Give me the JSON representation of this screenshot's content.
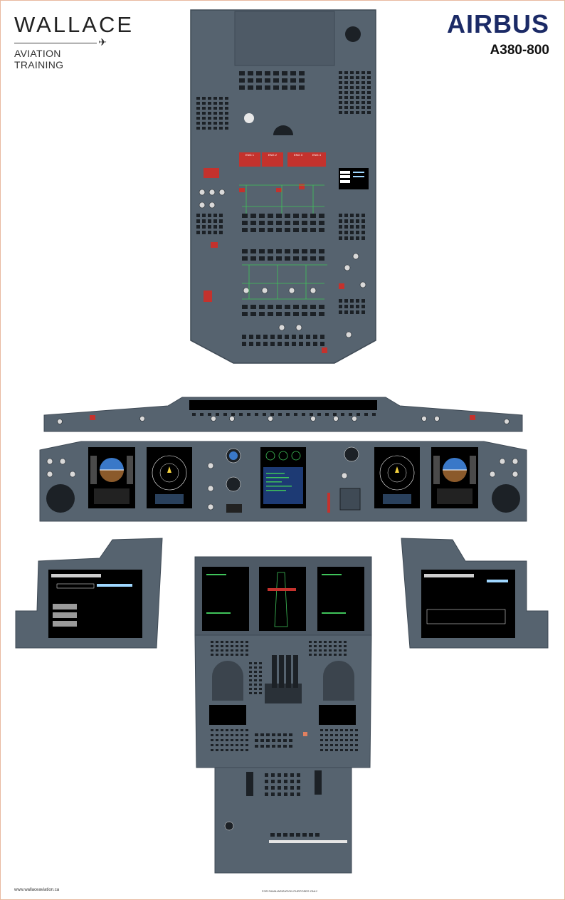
{
  "brand": {
    "company": "WALLACE",
    "company_sub": "AVIATION TRAINING",
    "manufacturer": "AIRBUS",
    "model": "A380-800"
  },
  "footer": {
    "website": "www.wallaceaviation.ca",
    "disclaimer": "FOR FAMILIARIZATION PURPOSES ONLY"
  },
  "overhead": {
    "engine_labels": [
      "ENG 1",
      "ENG 2",
      "ENG 3",
      "ENG 4"
    ]
  },
  "colors": {
    "panel": "#56636f",
    "panel_dark": "#3f4a55",
    "alert_red": "#c4322d",
    "line_green": "#3fc45a",
    "screen": "#000000",
    "sky": "#3a78c8",
    "ground": "#8b5a2b",
    "brand_blue": "#1b2a66"
  }
}
